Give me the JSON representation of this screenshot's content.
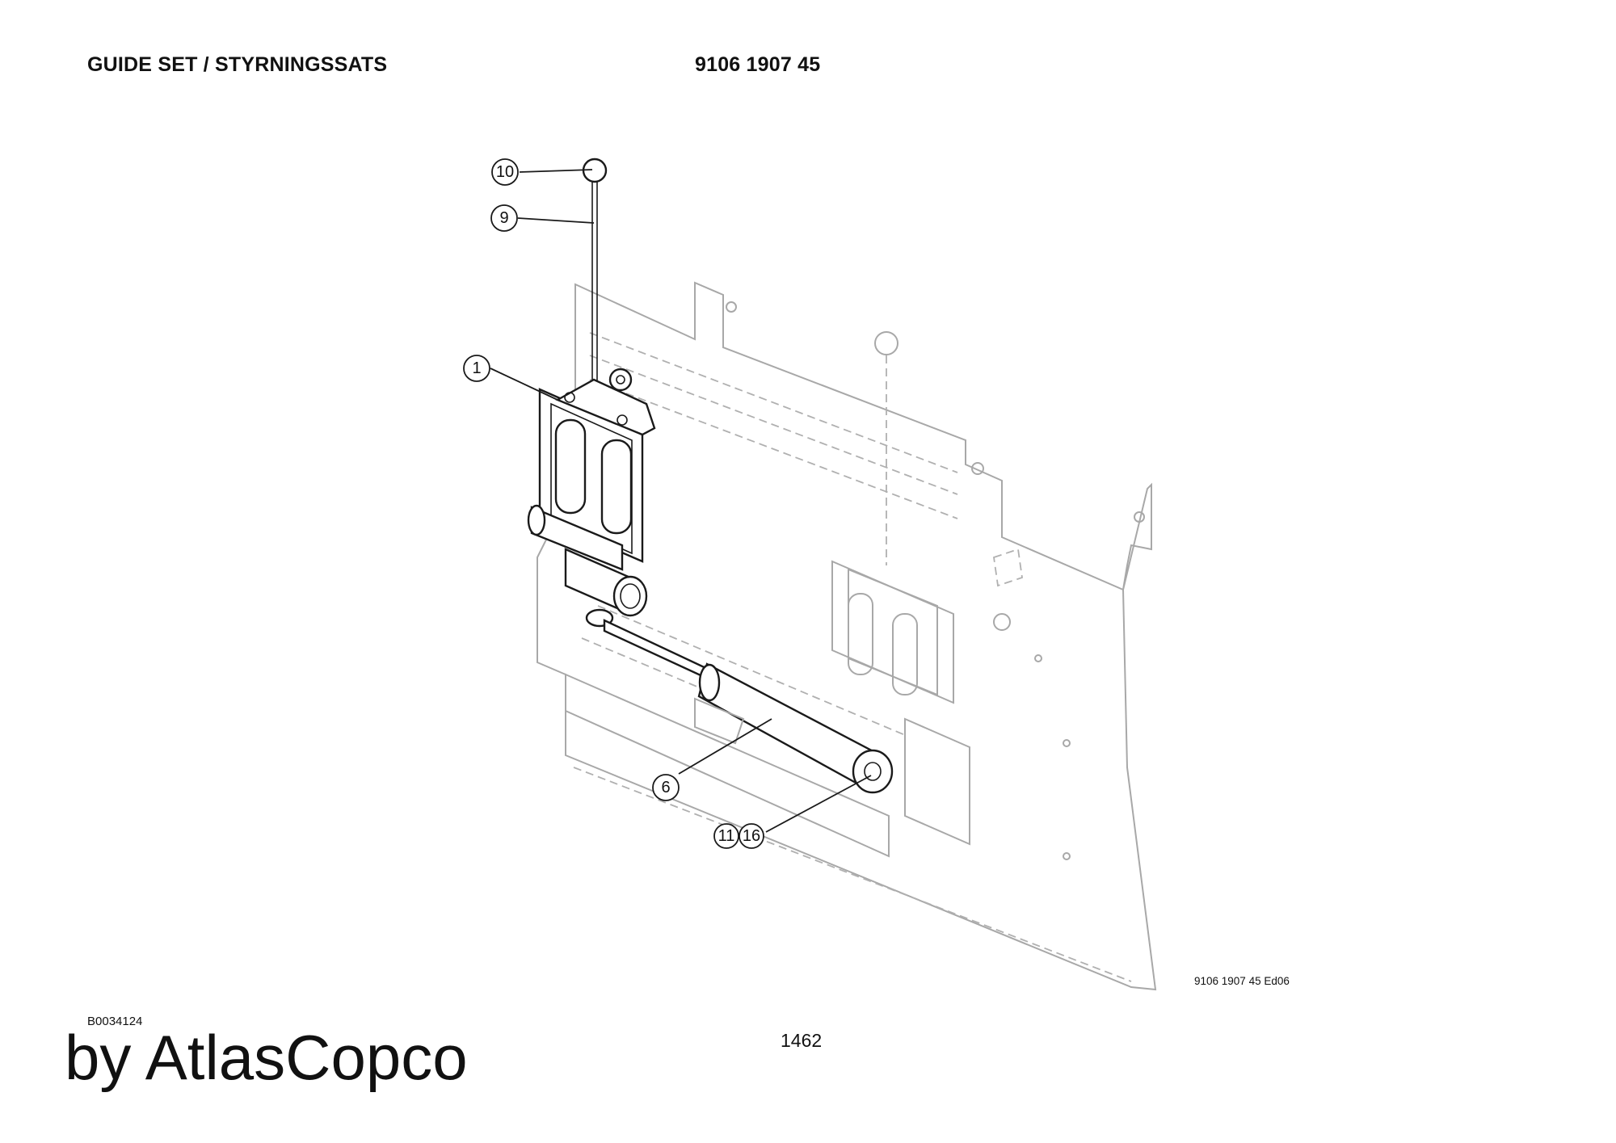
{
  "header": {
    "title": "GUIDE SET / STYRNINGSSATS",
    "part_number": "9106 1907 45"
  },
  "figure": {
    "reference": "9106 1907 45 Ed06",
    "drawing_id": "B0034124",
    "balloons": [
      "10",
      "9",
      "1",
      "6",
      "11",
      "16"
    ]
  },
  "footer": {
    "page_number": "1462",
    "brand": "by AtlasCopco"
  }
}
